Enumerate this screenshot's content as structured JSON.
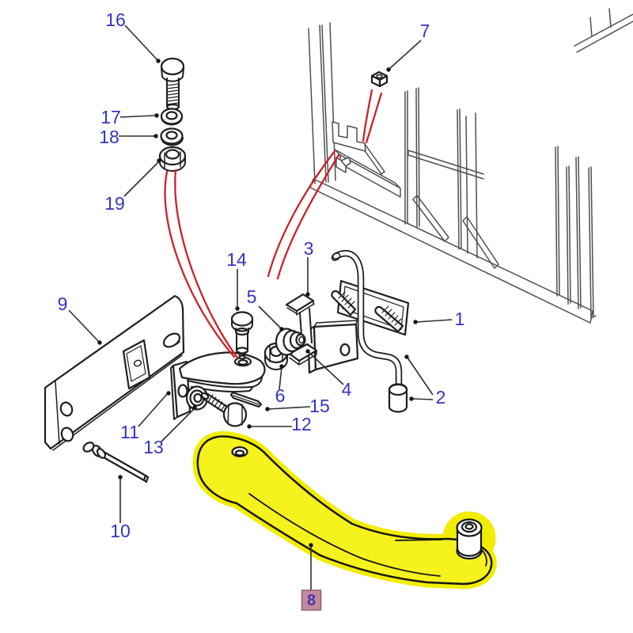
{
  "diagram": {
    "labels": {
      "n1": "1",
      "n2": "2",
      "n3": "3",
      "n4": "4",
      "n5": "5",
      "n6": "6",
      "n7": "7",
      "n9": "9",
      "n10": "10",
      "n11": "11",
      "n12": "12",
      "n13": "13",
      "n14": "14",
      "n15": "15",
      "n16": "16",
      "n17": "17",
      "n18": "18",
      "n19": "19"
    },
    "selected_part": {
      "number": "8"
    },
    "colors": {
      "label": "#3434c0",
      "leader": "#2e2e2e",
      "line_art": "#1f1f1f",
      "frame_line": "#4f4f4f",
      "red_reference": "#cb2128",
      "highlight": "#f3ef1c",
      "badge_bg": "#c28b9b",
      "badge_border": "#8e5f72",
      "badge_text": "#4638b4",
      "background": "#ffffff"
    }
  }
}
